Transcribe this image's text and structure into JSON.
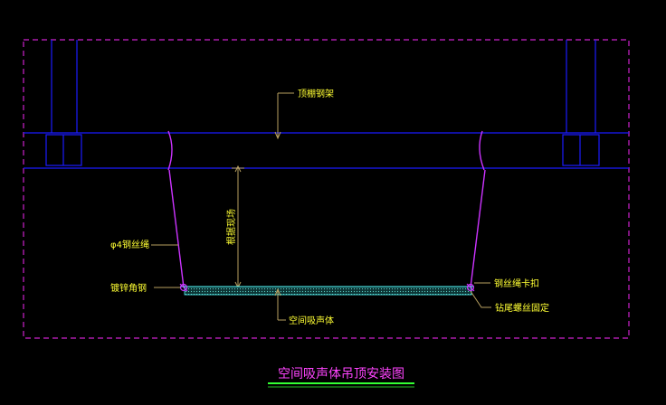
{
  "labels": {
    "ceiling_steel_frame": "顶棚钢架",
    "site_dimension": "根据现场",
    "steel_wire_rope": "φ4钢丝绳",
    "galvanized_angle_steel": "镀锌角钢",
    "wire_rope_clip": "钢丝绳卡扣",
    "self_drilling_screw": "钻尾螺丝固定",
    "space_absorber": "空间吸声体"
  },
  "title": "空间吸声体吊顶安装图",
  "colors": {
    "background": "#000000",
    "border_dashed": "#cc22cc",
    "steel_frame": "#1a1aff",
    "wire_rope": "#cc33ff",
    "leader": "#b8a060",
    "label_text": "#ffff33",
    "panel_fill": "#1a6060",
    "panel_edge": "#55ffff",
    "title_text": "#ff44ff",
    "title_underline": "#33ff33"
  }
}
